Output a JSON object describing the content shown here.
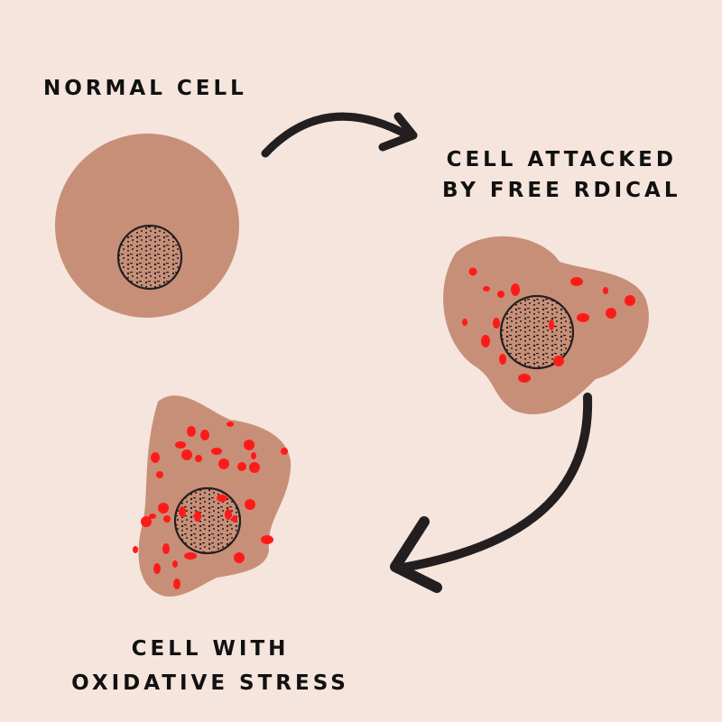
{
  "diagram": {
    "background": "#f5e5dd",
    "cell_color": "#c88f78",
    "radical_color": "#ff1a1a",
    "ink_color": "#231f20",
    "labels": {
      "normal_cell": "NORMAL CELL",
      "attacked_line1": "CELL ATTACKED",
      "attacked_line2": "BY FREE RDICAL",
      "stress_line1": "CELL WITH",
      "stress_line2": "OXIDATIVE STRESS"
    },
    "stages": [
      {
        "id": "normal",
        "label": "NORMAL CELL",
        "free_radicals": 0
      },
      {
        "id": "attacked",
        "label": "CELL ATTACKED BY FREE RDICAL",
        "free_radicals": "few"
      },
      {
        "id": "oxidative_stress",
        "label": "CELL WITH OXIDATIVE STRESS",
        "free_radicals": "many"
      }
    ],
    "arrows": [
      {
        "from": "normal",
        "to": "attacked",
        "icon": "curved-arrow-right-icon"
      },
      {
        "from": "attacked",
        "to": "oxidative_stress",
        "icon": "curved-arrow-down-left-icon"
      }
    ]
  }
}
